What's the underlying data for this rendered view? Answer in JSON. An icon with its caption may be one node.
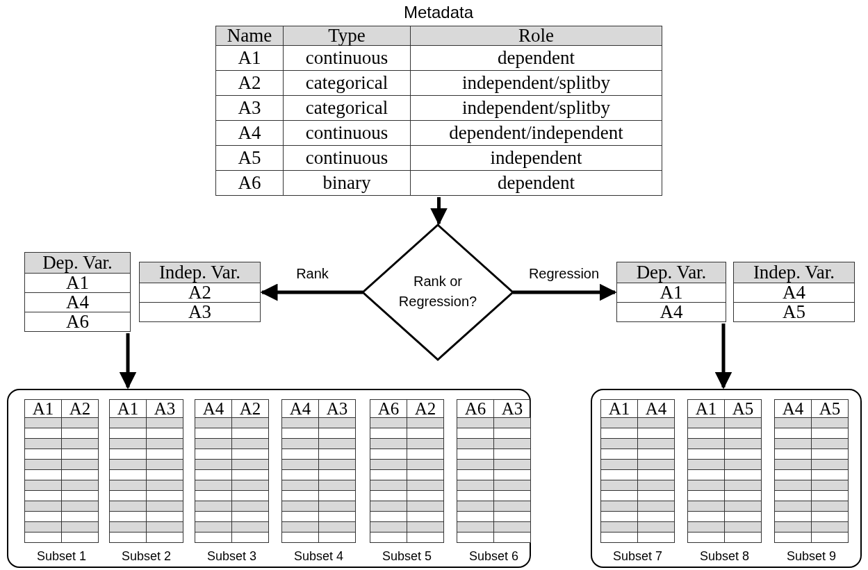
{
  "diagram": {
    "nodes": [
      {
        "text": [
          "Metadata",
          "Name",
          "Type",
          "Role",
          "A1",
          "continuous",
          "dependent",
          "A2",
          "categorical",
          "independent/splitby",
          "A3",
          "categorical",
          "independent/splitby",
          "A4",
          "continuous",
          "dependent/independent",
          "A5",
          "continuous",
          "independent",
          "A6",
          "binary",
          "dependent"
        ]
      },
      {
        "text": [
          "Rank or Regression?"
        ]
      },
      {
        "text": [
          "Dep. Var.",
          "A1",
          "A4",
          "A6"
        ]
      },
      {
        "text": [
          "Indep. Var.",
          "A2",
          "A3"
        ]
      },
      {
        "text": [
          "Dep. Var.",
          "A1",
          "A4"
        ]
      },
      {
        "text": [
          "Indep. Var.",
          "A4",
          "A5"
        ]
      },
      {
        "text": [],
        "shape": "box"
      },
      {
        "text": [
          "A1",
          "A2",
          "Subset 1"
        ],
        "in": 6
      },
      {
        "text": [
          "A1",
          "A3",
          "Subset 2"
        ],
        "in": 6
      },
      {
        "text": [
          "A4",
          "A2",
          "Subset 3"
        ],
        "in": 6
      },
      {
        "text": [
          "A4",
          "A3",
          "Subset 4"
        ],
        "in": 6
      },
      {
        "text": [
          "A6",
          "A2",
          "Subset 5"
        ],
        "in": 6
      },
      {
        "text": [
          "A6",
          "A3",
          "Subset 6"
        ],
        "in": 6
      },
      {
        "text": [],
        "shape": "box"
      },
      {
        "text": [
          "A1",
          "A4",
          "Subset 7"
        ],
        "in": 13
      },
      {
        "text": [
          "A1",
          "A5",
          "Subset 8"
        ],
        "in": 13
      },
      {
        "text": [
          "A4",
          "A5",
          "Subset 9"
        ],
        "in": 13
      }
    ],
    "edges": [
      {
        "from": 0,
        "to": 1,
        "arrow": "to"
      },
      {
        "from": 1,
        "to": 3,
        "arrow": "to",
        "label": "Rank"
      },
      {
        "from": 1,
        "to": 4,
        "arrow": "to",
        "label": "Regression"
      },
      {
        "from": 2,
        "to": 6,
        "arrow": "to"
      },
      {
        "from": 4,
        "to": 13,
        "arrow": "to"
      }
    ]
  }
}
